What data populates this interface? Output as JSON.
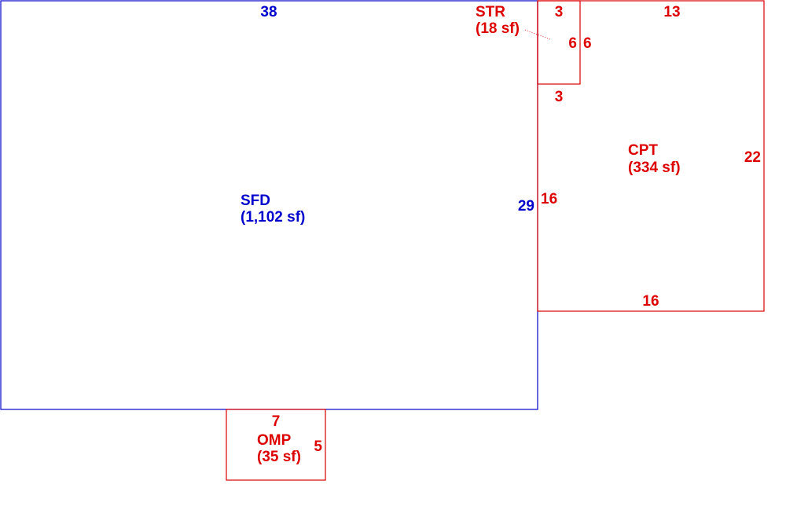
{
  "colors": {
    "main": "#0000cc",
    "addition": "#dd0000",
    "background": "#ffffff"
  },
  "areas": {
    "sfd": {
      "code": "SFD",
      "area_text": "(1,102 sf)",
      "dims": {
        "top": "38",
        "right": "29"
      }
    },
    "cpt": {
      "code": "CPT",
      "area_text": "(334 sf)",
      "dims": {
        "top": "13",
        "right": "22",
        "bottom": "16",
        "left": "16"
      }
    },
    "str": {
      "code": "STR",
      "area_text": "(18 sf)",
      "dims": {
        "top": "3",
        "bottom": "3",
        "left": "6",
        "right": "6"
      }
    },
    "omp": {
      "code": "OMP",
      "area_text": "(35 sf)",
      "dims": {
        "top": "7",
        "right": "5"
      }
    }
  }
}
